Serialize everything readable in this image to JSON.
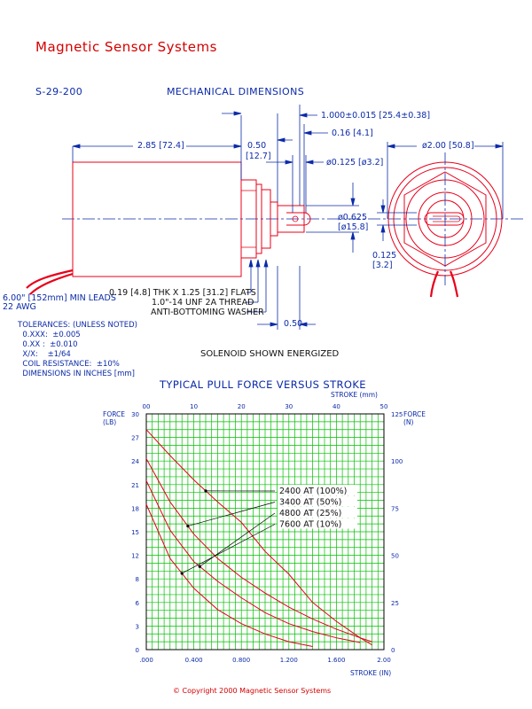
{
  "company": "Magnetic Sensor Systems",
  "part_number": "S-29-200",
  "drawing_title": "MECHANICAL DIMENSIONS",
  "dimensions": {
    "body_length": "2.85 [72.4]",
    "mount_length": "0.50",
    "mount_length_mm": "[12.7]",
    "stroke_travel": "1.000±0.015 [25.4±0.38]",
    "plunger_slot": "0.16 [4.1]",
    "plunger_hole": "ø0.125 [ø3.2]",
    "diameter": "ø2.00 [50.8]",
    "plunger_dia": "ø0.625",
    "plunger_dia_mm": "[ø15.8]",
    "offset": "0.125",
    "offset_mm": "[3.2]",
    "leads": "6.00\" [152mm] MIN LEADS",
    "awg": "22 AWG",
    "flats": "0.19 [4.8] THK X 1.25 [31.2] FLATS",
    "thread": "1.0\"-14 UNF 2A THREAD",
    "washer": "ANTI-BOTTOMING WASHER",
    "extension": "0.50"
  },
  "tolerances": "TOLERANCES: (UNLESS NOTED)\n  0.XXX:  ±0.005\n  0.XX :  ±0.010\n  X/X:    ±1/64\n  COIL RESISTANCE:  ±10%\n  DIMENSIONS IN INCHES [mm]",
  "energized_note": "SOLENOID SHOWN ENERGIZED",
  "colors": {
    "drawing": "#e8001a",
    "dimension": "#0b2aa8",
    "grid": "#00c000",
    "curve": "#e8001a",
    "text": "#111111"
  },
  "chart_data": {
    "type": "line",
    "title": "TYPICAL PULL FORCE VERSUS STROKE",
    "xlabel": "STROKE (IN)",
    "x2label": "STROKE (mm)",
    "ylabel": "FORCE\n(LB)",
    "y2label": "FORCE\n(N)",
    "xlim": [
      0,
      2.0
    ],
    "ylim": [
      0,
      30
    ],
    "x_ticks": [
      ".000",
      "0.400",
      "0.800",
      "1.200",
      "1.600",
      "2.00"
    ],
    "x2_ticks": [
      "00",
      "10",
      "20",
      "30",
      "40",
      "50"
    ],
    "y_ticks": [
      "0",
      "3",
      "6",
      "8",
      "12",
      "15",
      "18",
      "21",
      "24",
      "27",
      "30"
    ],
    "y2_ticks": [
      "0",
      "25",
      "50",
      "75",
      "100",
      "125"
    ],
    "grid": true,
    "legend_position": "center-right",
    "series": [
      {
        "name": "2400 AT (100%)",
        "x": [
          0,
          0.2,
          0.4,
          0.6,
          0.8,
          1.0,
          1.2,
          1.4,
          1.6,
          1.8,
          1.9
        ],
        "y": [
          28,
          24.7,
          21.6,
          18.8,
          16.2,
          12.5,
          9.6,
          6,
          3.6,
          1.5,
          0.6
        ]
      },
      {
        "name": "3400 AT (50%)",
        "x": [
          0,
          0.2,
          0.4,
          0.6,
          0.8,
          1.0,
          1.2,
          1.4,
          1.6,
          1.8,
          1.9
        ],
        "y": [
          24.3,
          18.8,
          14.7,
          11.6,
          9.2,
          7.2,
          5.4,
          3.9,
          2.6,
          1.5,
          1.0
        ]
      },
      {
        "name": "4800 AT (25%)",
        "x": [
          0,
          0.2,
          0.4,
          0.6,
          0.8,
          1.0,
          1.2,
          1.4,
          1.6,
          1.8
        ],
        "y": [
          21.5,
          15.2,
          11.2,
          8.7,
          6.6,
          4.7,
          3.3,
          2.3,
          1.5,
          0.9
        ]
      },
      {
        "name": "7600 AT (10%)",
        "x": [
          0,
          0.2,
          0.4,
          0.6,
          0.8,
          1.0,
          1.2,
          1.4
        ],
        "y": [
          18.5,
          11.6,
          7.8,
          5.1,
          3.3,
          2,
          1,
          0.4
        ]
      }
    ]
  },
  "copyright": "©  Copyright 2000 Magnetic Sensor Systems"
}
